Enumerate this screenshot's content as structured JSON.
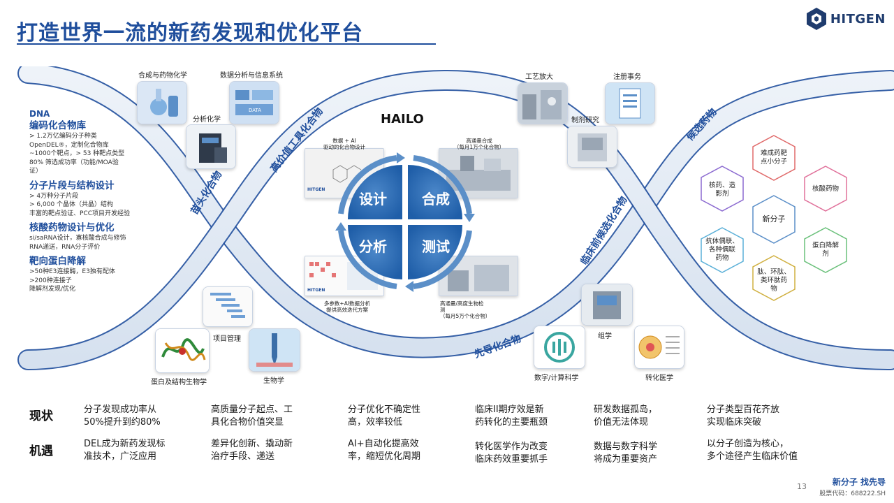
{
  "title": "打造世界一流的新药发现和优化平台",
  "logo": {
    "text": "HITGEN"
  },
  "top_labels": {
    "synthesis_chem": "合成与药物化学",
    "data_analysis": "数据分析与信息系统",
    "analytical_chem": "分析化学",
    "process_scale": "工艺放大",
    "regulatory": "注册事务",
    "formulation": "制剂研究",
    "project_mgmt": "项目管理",
    "protein_bio": "蛋白及结构生物学",
    "biology": "生物学",
    "omics": "组学",
    "digital_science": "数字/计算科学",
    "translational": "转化医学"
  },
  "thumb_text": {
    "data_tile": "DATA"
  },
  "left_panel": {
    "dna_label": "DNA",
    "sec1_title": "编码化合物库",
    "sec1_lines": [
      "> 1.2万亿编码分子种类",
      "OpenDEL®，定制化合物库",
      "~1000个靶点，> 53 种靶点类型",
      "80% 筛选成功率（功能/MOA验",
      "证）"
    ],
    "sec2_title": "分子片段与结构设计",
    "sec2_lines": [
      "> 4万种分子片段",
      "> 6,000 个晶体（共晶）结构",
      "丰富的靶点验证、PCC项目开发经验"
    ],
    "sec3_title": "核酸药物设计与优化",
    "sec3_lines": [
      "si/saRNA设计，寡核酸合成与修饰",
      "RNA递送，RNA分子评价"
    ],
    "sec4_title": "靶向蛋白降解",
    "sec4_lines": [
      ">50种E3连接酶，E3独有配体",
      ">200种连接子",
      "降解剂发现/优化"
    ]
  },
  "band_labels": {
    "hit": "苗头化合物",
    "tool": "高价值工具化合物",
    "lead": "先导化合物",
    "preclinical": "临床前候选化合物",
    "accelerate": "候选药物"
  },
  "hailo": {
    "title": "HAILO",
    "q_design": "设计",
    "q_synthesis": "合成",
    "q_analysis": "分析",
    "q_test": "测试",
    "cap_design": [
      "数据 + AI",
      "驱动的化合物设计"
    ],
    "cap_synthesis": [
      "高通量合成",
      "（每月1万个化合物）"
    ],
    "cap_analysis": [
      "多参数+AI数据分析",
      "提供高效迭代方案"
    ],
    "cap_test": [
      "高通量/高度生物检",
      "测",
      "（每月5万个化合物）"
    ],
    "tag1": "HITGEN",
    "tag2": "HITGEN"
  },
  "hexes": {
    "center": "新分子",
    "top": [
      "难成药靶",
      "点小分子"
    ],
    "upper_left": [
      "核药、造",
      "影剂"
    ],
    "upper_right": [
      "核酸药物"
    ],
    "lower_left": [
      "抗体偶联、",
      "各种偶联",
      "药物"
    ],
    "lower_right": [
      "蛋白降解",
      "剂"
    ],
    "bottom": [
      "肽、环肽、",
      "类环肽药",
      "物"
    ]
  },
  "bottom_table": {
    "row1_head": "现状",
    "row2_head": "机遇",
    "row1": [
      [
        "分子发现成功率从",
        "50%提升到约80%"
      ],
      [
        "高质量分子起点、工",
        "具化合物价值突显"
      ],
      [
        "分子优化不确定性",
        "高，效率较低"
      ],
      [
        "临床II期疗效是新",
        "药转化的主要瓶颈"
      ],
      [
        "研发数据孤岛，",
        "价值无法体现"
      ],
      [
        "分子类型百花齐放",
        "实现临床突破"
      ]
    ],
    "row2": [
      [
        "DEL成为新药发现标",
        "准技术，广泛应用"
      ],
      [
        "差异化创新、撬动新",
        "治疗手段、递送"
      ],
      [
        "AI+自动化提高效",
        "率，缩短优化周期"
      ],
      [
        "转化医学作为改变",
        "临床药效重要抓手"
      ],
      [
        "数据与数字科学",
        "将成为重要资产"
      ],
      [
        "以分子创造为核心，",
        "多个途径产生临床价值"
      ]
    ]
  },
  "footer": {
    "page": "13",
    "slogan": "新分子 找先导",
    "stock": "股票代码：688222.SH"
  },
  "colors": {
    "brand": "#1f4e9c",
    "band_fill": "#dfe8f3",
    "band_border": "#1f4e9c"
  }
}
